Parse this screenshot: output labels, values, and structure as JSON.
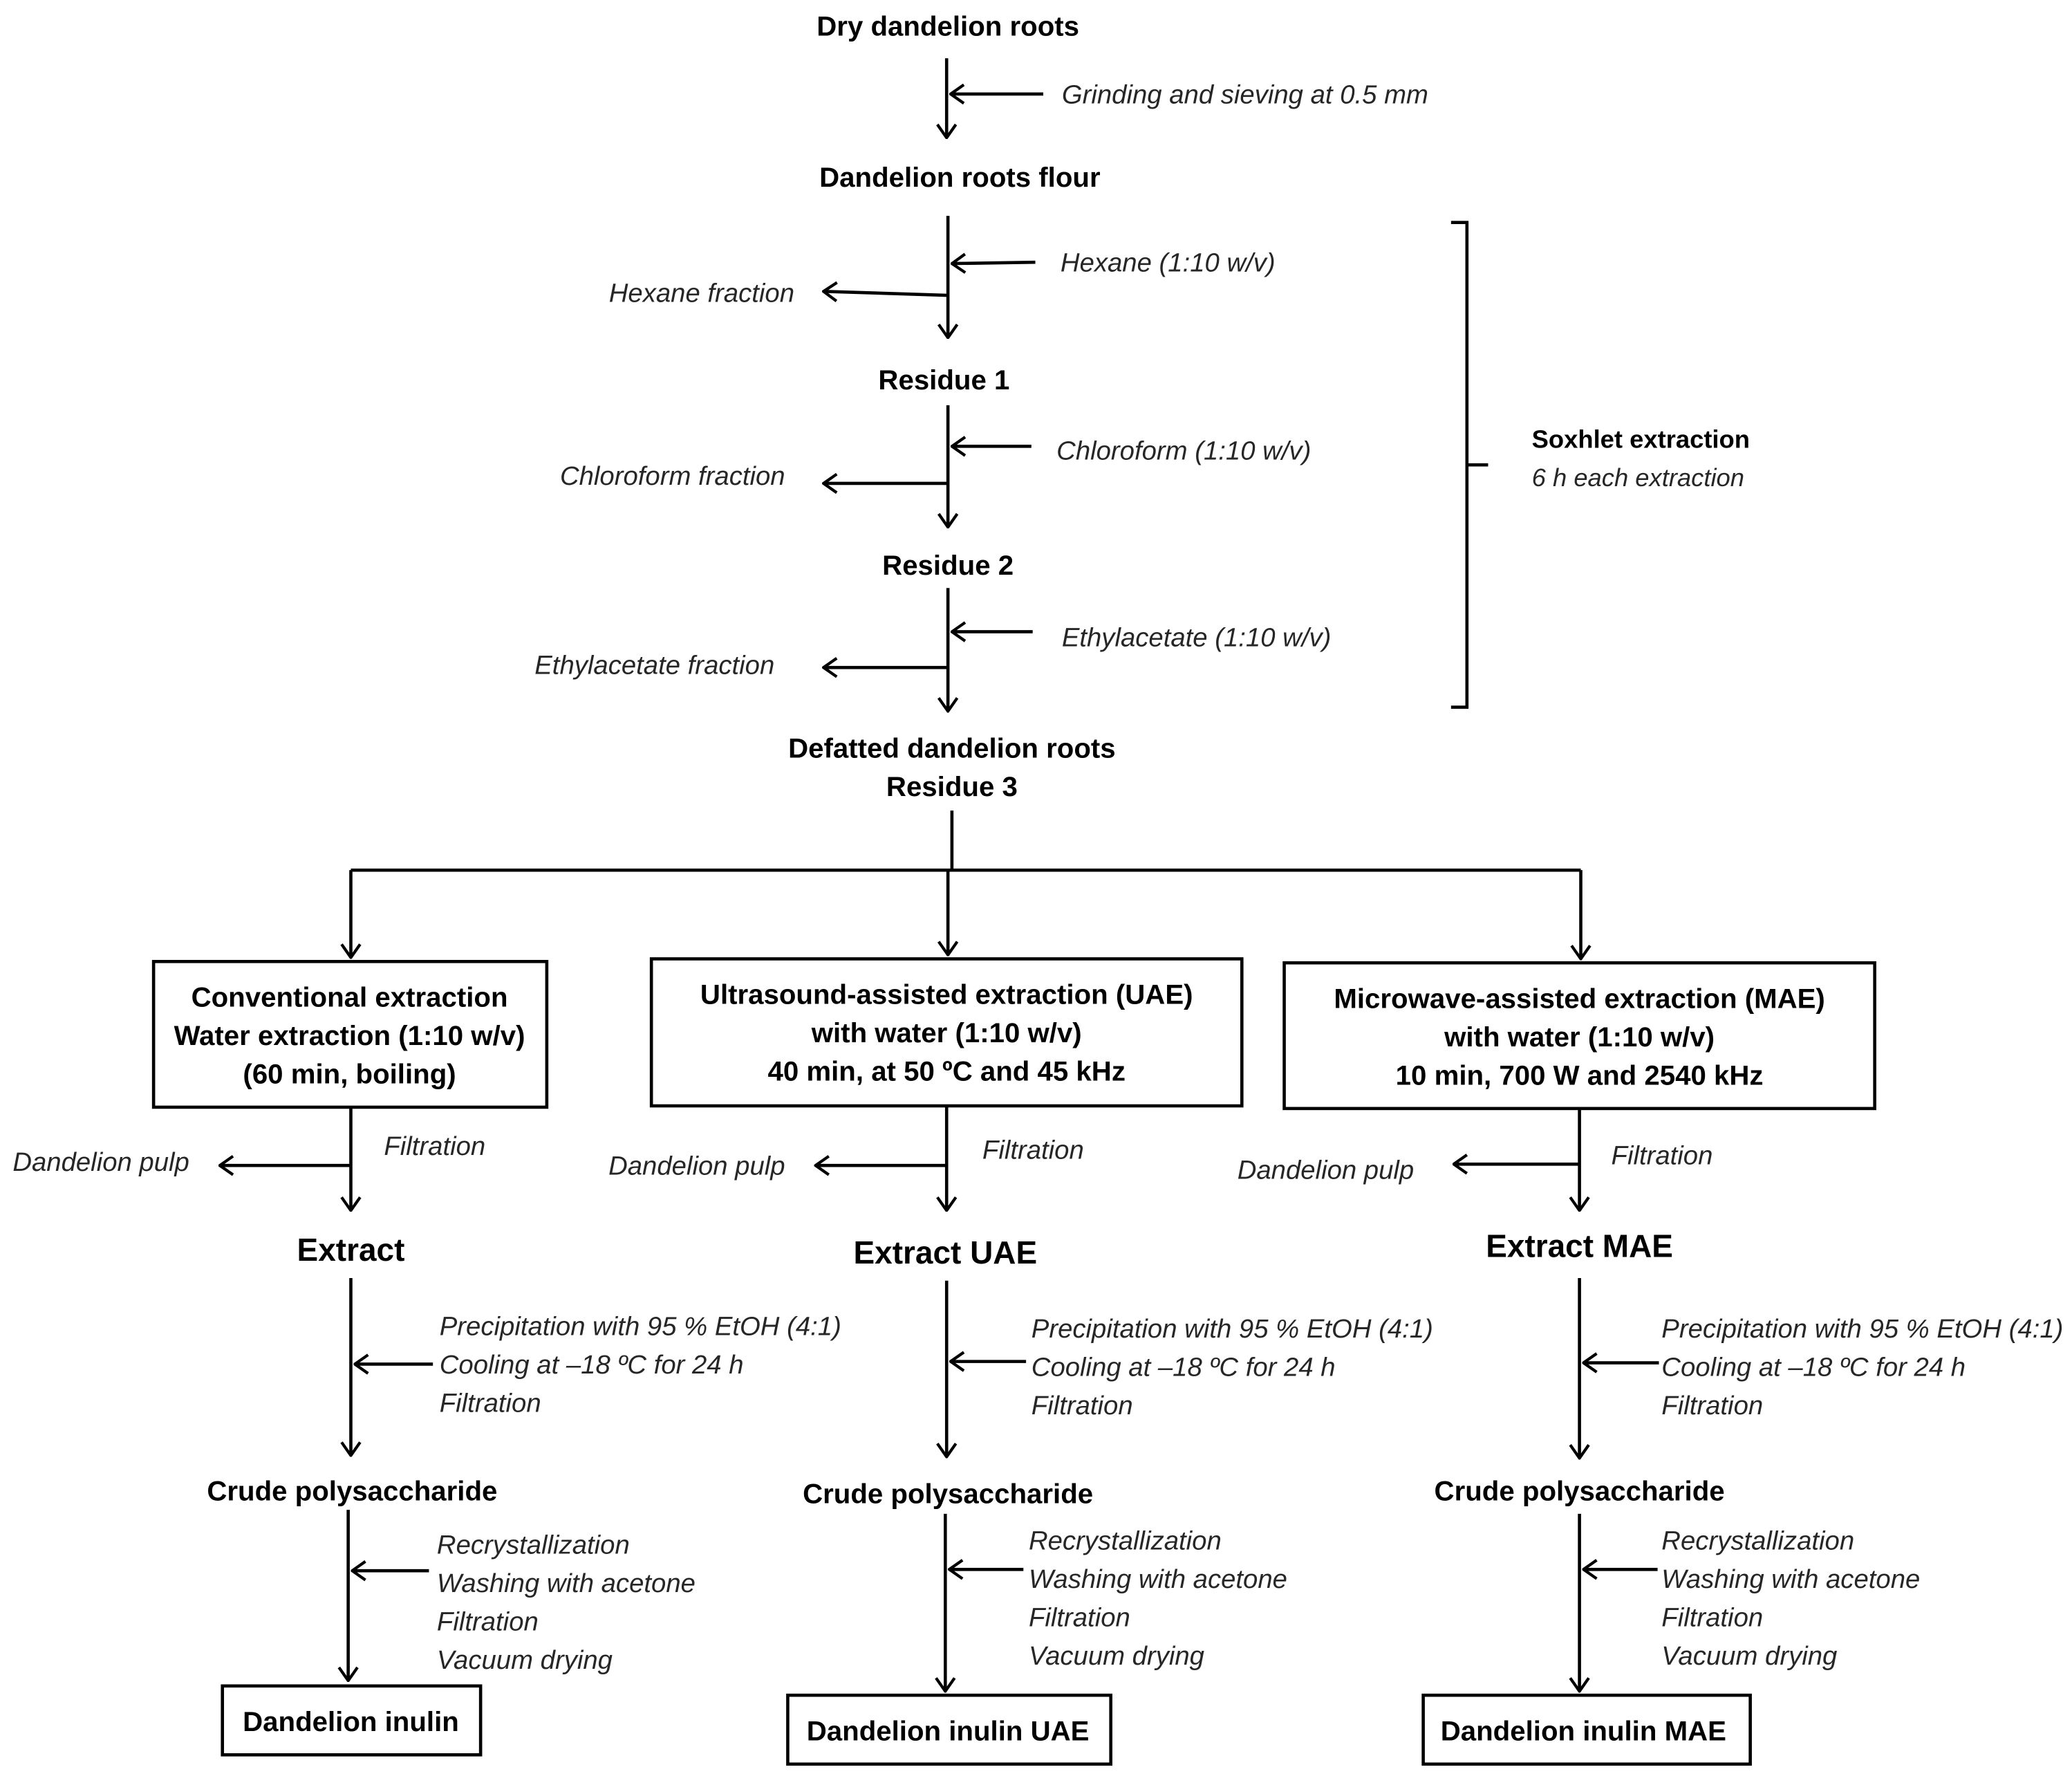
{
  "top": {
    "dry_roots": "Dry dandelion roots",
    "grinding": "Grinding and sieving at 0.5 mm",
    "flour": "Dandelion roots flour",
    "hexane": "Hexane (1:10 w/v)",
    "hexane_fraction": "Hexane fraction",
    "residue1": "Residue 1",
    "chloroform": "Chloroform (1:10 w/v)",
    "chloroform_fraction": "Chloroform fraction",
    "residue2": "Residue 2",
    "ethylacetate": "Ethylacetate (1:10 w/v)",
    "ethylacetate_fraction": "Ethylacetate fraction",
    "defatted": "Defatted dandelion roots",
    "residue3": "Residue 3",
    "soxhlet": "Soxhlet extraction",
    "soxhlet_note": "6 h each extraction"
  },
  "branches": [
    {
      "box_lines": [
        "Conventional extraction",
        "Water extraction (1:10 w/v)",
        "(60 min, boiling)"
      ],
      "filtration": "Filtration",
      "pulp": "Dandelion pulp",
      "extract": "Extract",
      "precip": [
        "Precipitation with 95 % EtOH (4:1)",
        "Cooling at –18 ºC for 24 h",
        "Filtration"
      ],
      "crude": "Crude polysaccharide",
      "purif": [
        "Recrystallization",
        "Washing with acetone",
        "Filtration",
        "Vacuum drying"
      ],
      "final": "Dandelion inulin"
    },
    {
      "box_lines": [
        "Ultrasound-assisted extraction (UAE)",
        "with water (1:10 w/v)",
        "40 min, at 50 ºC and 45 kHz"
      ],
      "filtration": "Filtration",
      "pulp": "Dandelion pulp",
      "extract": "Extract UAE",
      "precip": [
        "Precipitation with 95 % EtOH (4:1)",
        "Cooling at –18 ºC for 24 h",
        "Filtration"
      ],
      "crude": "Crude polysaccharide",
      "purif": [
        "Recrystallization",
        "Washing with acetone",
        "Filtration",
        "Vacuum drying"
      ],
      "final": "Dandelion inulin UAE"
    },
    {
      "box_lines": [
        "Microwave-assisted extraction (MAE)",
        "with water (1:10 w/v)",
        "10 min, 700 W and 2540 kHz"
      ],
      "filtration": "Filtration",
      "pulp": "Dandelion pulp",
      "extract": "Extract MAE",
      "precip": [
        "Precipitation with 95 % EtOH (4:1)",
        "Cooling at –18 ºC for 24 h",
        "Filtration"
      ],
      "crude": "Crude polysaccharide",
      "purif": [
        "Recrystallization",
        "Washing with acetone",
        "Filtration",
        "Vacuum drying"
      ],
      "final": "Dandelion inulin MAE"
    }
  ]
}
